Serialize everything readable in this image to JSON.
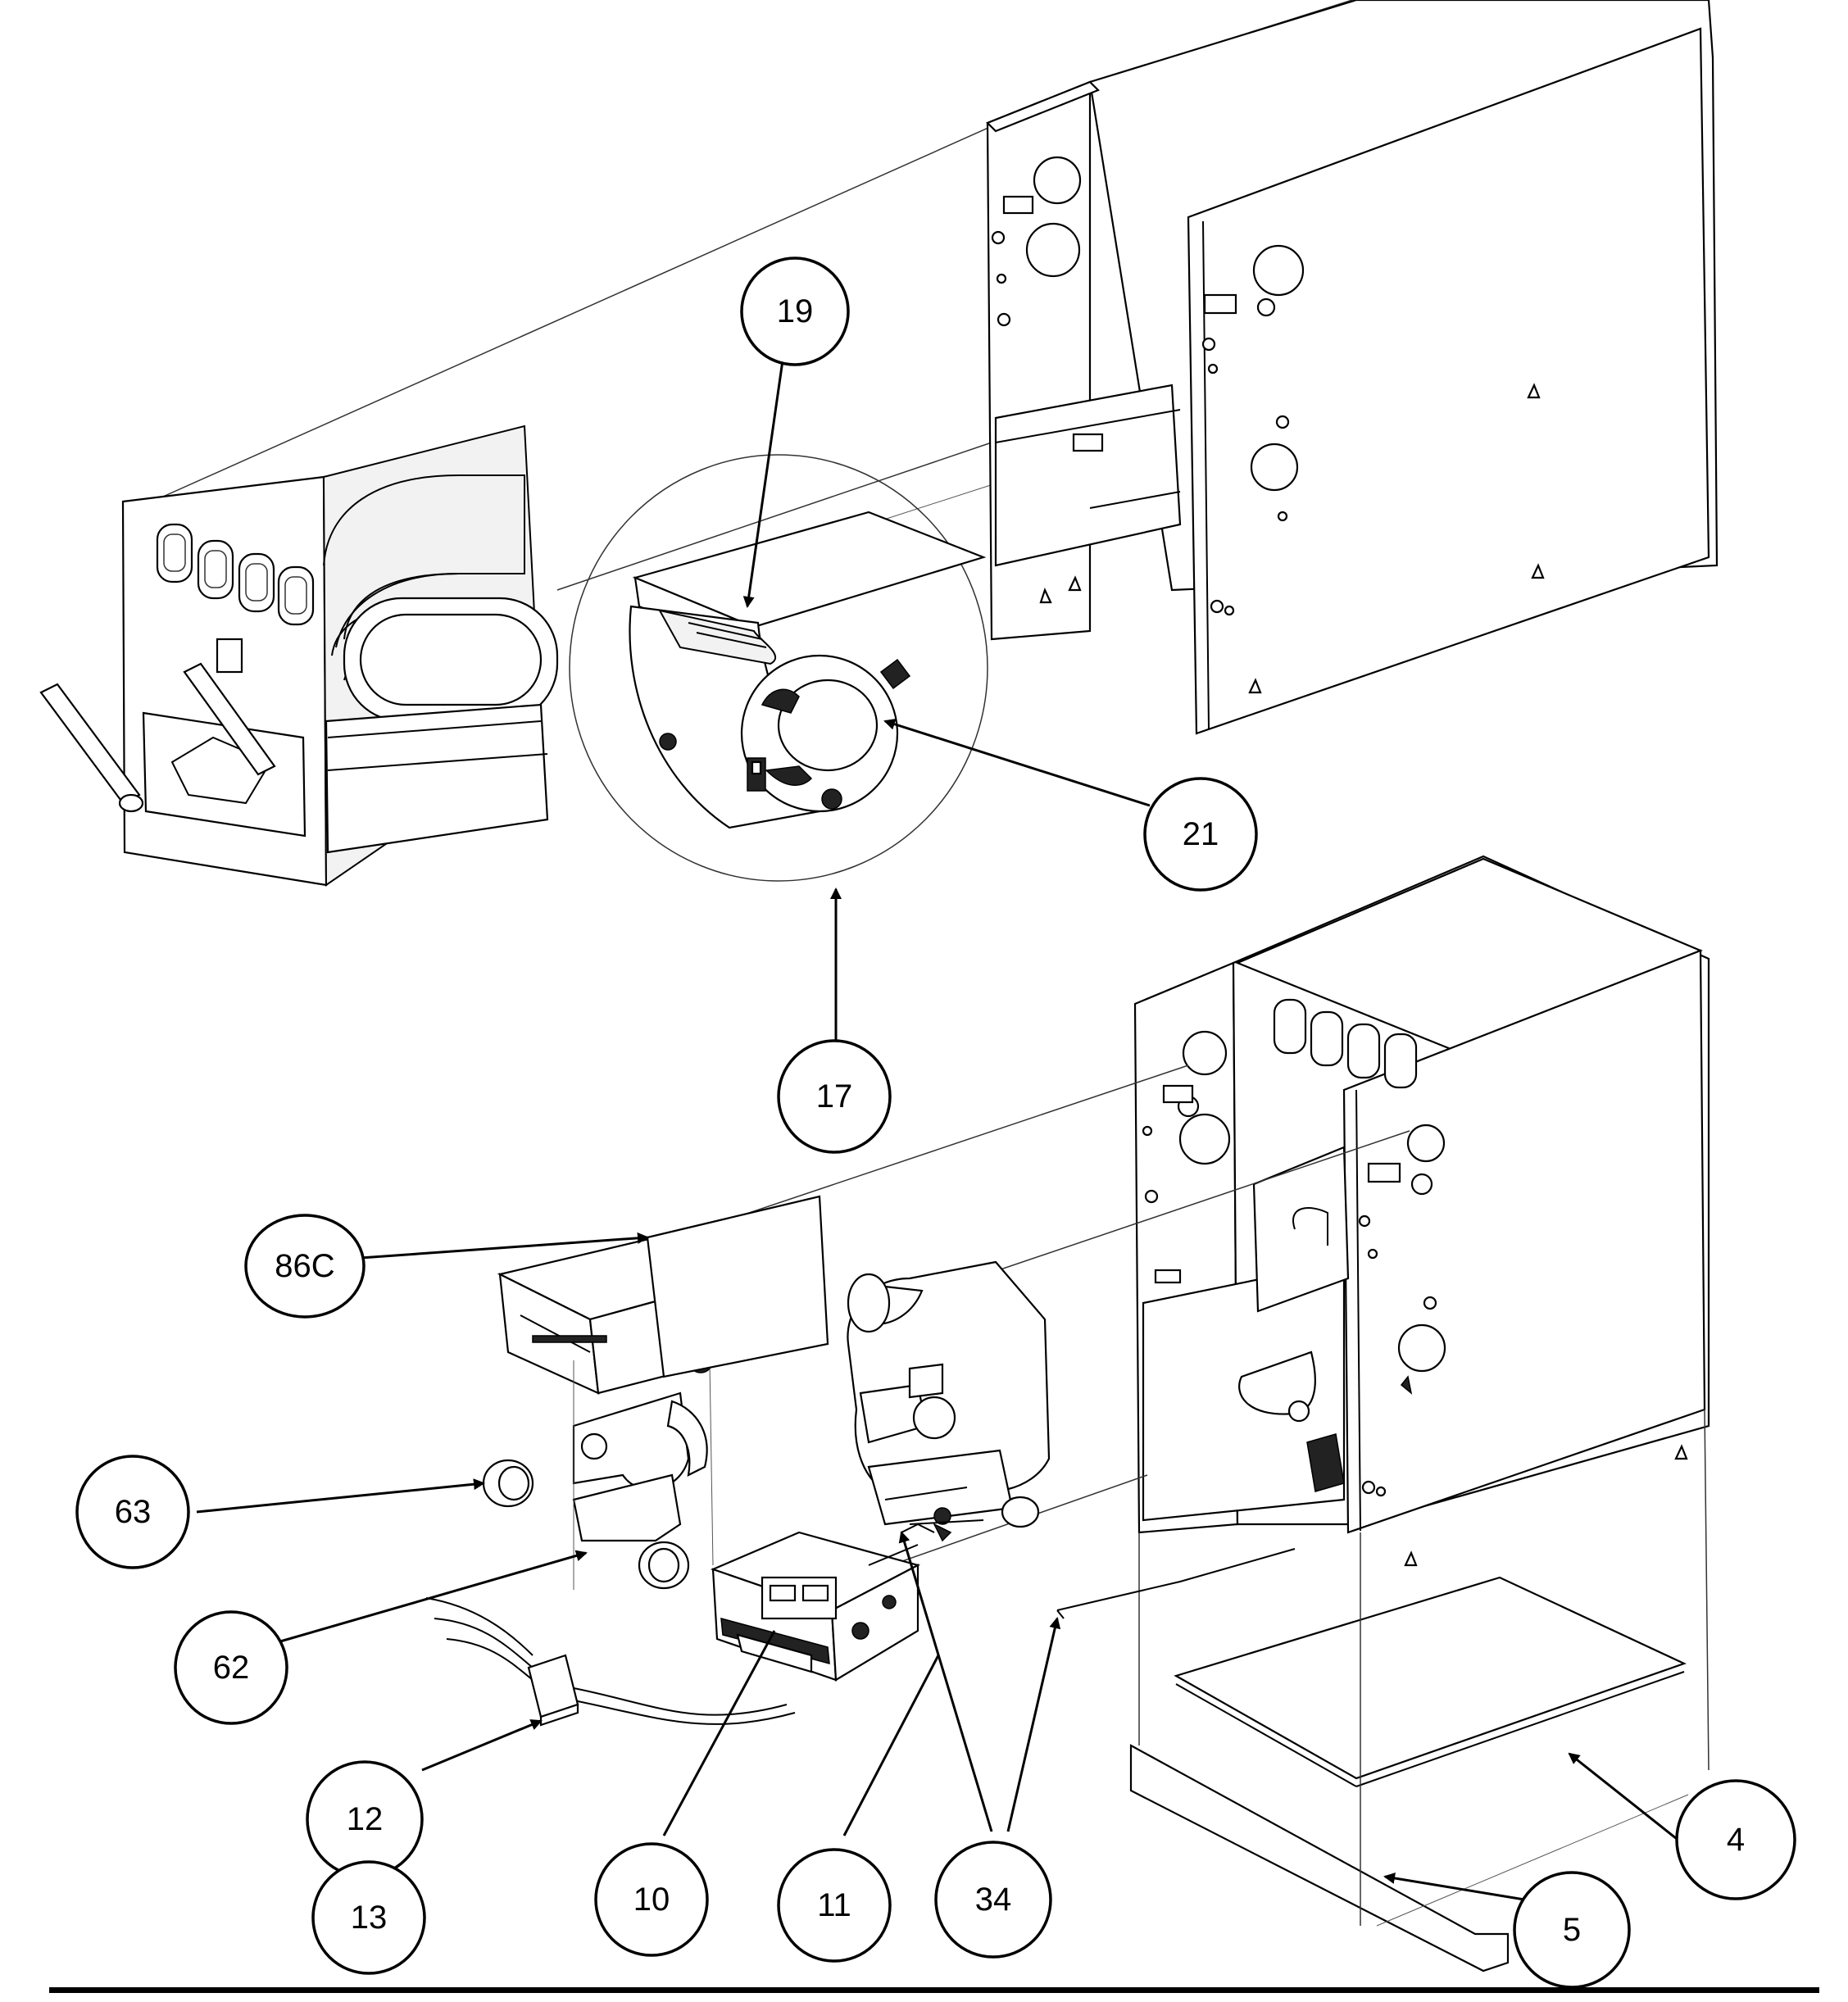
{
  "callouts": [
    {
      "id": "c19",
      "label": "19"
    },
    {
      "id": "c21",
      "label": "21"
    },
    {
      "id": "c17",
      "label": "17"
    },
    {
      "id": "c86c",
      "label": "86C"
    },
    {
      "id": "c63",
      "label": "63"
    },
    {
      "id": "c62",
      "label": "62"
    },
    {
      "id": "c12",
      "label": "12"
    },
    {
      "id": "c13",
      "label": "13"
    },
    {
      "id": "c10",
      "label": "10"
    },
    {
      "id": "c11",
      "label": "11"
    },
    {
      "id": "c34",
      "label": "34"
    },
    {
      "id": "c5",
      "label": "5"
    },
    {
      "id": "c4",
      "label": "4"
    }
  ]
}
